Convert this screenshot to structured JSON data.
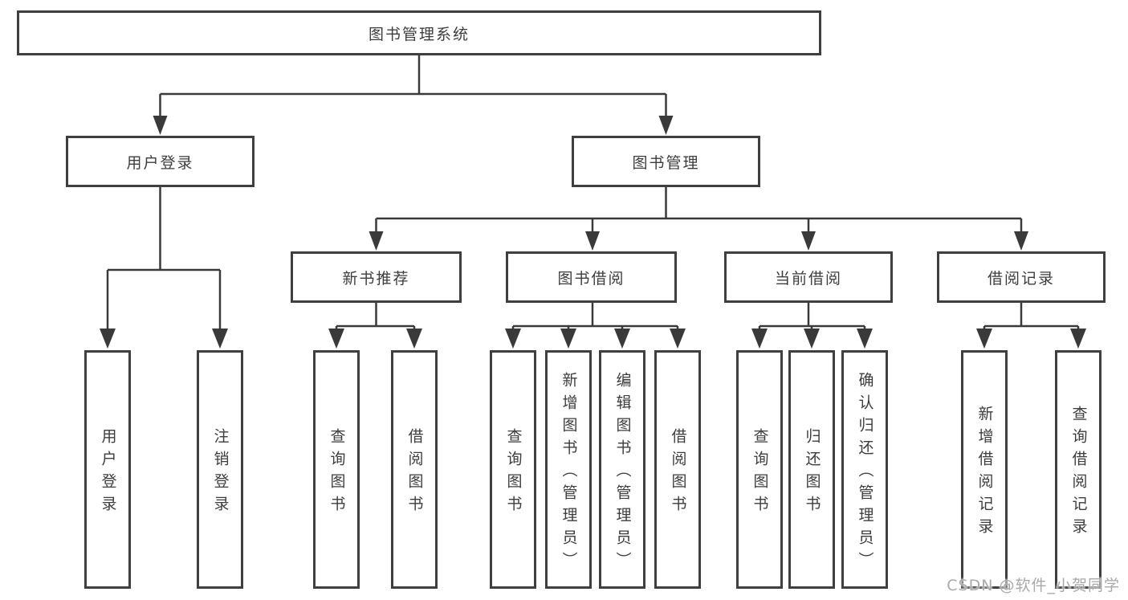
{
  "diagram": {
    "root": {
      "label": "图书管理系统"
    },
    "level2": [
      {
        "label": "用户登录"
      },
      {
        "label": "图书管理"
      }
    ],
    "level3": [
      {
        "label": "新书推荐"
      },
      {
        "label": "图书借阅"
      },
      {
        "label": "当前借阅"
      },
      {
        "label": "借阅记录"
      }
    ],
    "level4": {
      "user_login": [
        {
          "label": "用户登录"
        },
        {
          "label": "注销登录"
        }
      ],
      "new_books": [
        {
          "label": "查询图书"
        },
        {
          "label": "借阅图书"
        }
      ],
      "book_borrow": [
        {
          "label": "查询图书"
        },
        {
          "label": "新增图书（管理员）"
        },
        {
          "label": "编辑图书（管理员）"
        },
        {
          "label": "借阅图书"
        }
      ],
      "current_borrow": [
        {
          "label": "查询图书"
        },
        {
          "label": "归还图书"
        },
        {
          "label": "确认归还（管理员）"
        }
      ],
      "borrow_records": [
        {
          "label": "新增借阅记录"
        },
        {
          "label": "查询借阅记录"
        }
      ]
    },
    "watermark": "CSDN @软件_小贺同学",
    "colors": {
      "line": "#3a3a3a",
      "border": "#3f3f3f",
      "text": "#3d3d3d",
      "watermark": "#a9a9a9",
      "background": "#ffffff"
    }
  }
}
